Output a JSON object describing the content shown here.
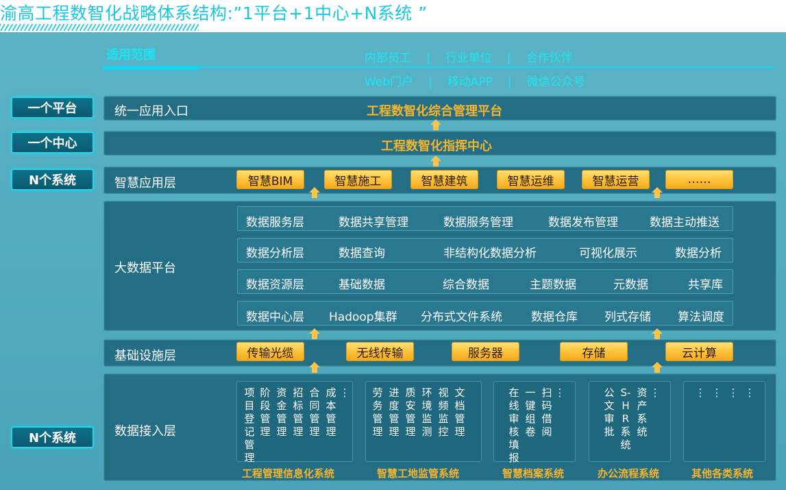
{
  "title": "渝高工程数智化战略体系结构:”1平台+1中心+N系统 ”",
  "scope": {
    "label": "适用范围",
    "row1": [
      "内部员工",
      "行业单位",
      "合作伙伴"
    ],
    "row2": [
      "Web门户",
      "移动APP",
      "微信公众号"
    ],
    "separator": "|"
  },
  "badges": {
    "platform": "一个平台",
    "center": "一个中心",
    "systems_top": "N个系统",
    "systems_bottom": "N个系统"
  },
  "layers": {
    "entry": {
      "label": "统一应用入口",
      "title": "工程数智化综合管理平台"
    },
    "command": {
      "title": "工程数智化指挥中心"
    },
    "smart_apps": {
      "label": "智慧应用层",
      "items": [
        "智慧BIM",
        "智慧施工",
        "智慧建筑",
        "智慧运维",
        "智慧运营",
        "……"
      ]
    },
    "big_data": {
      "label": "大数据平台",
      "rows": [
        [
          "数据服务层",
          "数据共享管理",
          "数据服务管理",
          "数据发布管理",
          "数据主动推送"
        ],
        [
          "数据分析层",
          "数据查询",
          "非结构化数据分析",
          "可视化展示",
          "数据分析"
        ],
        [
          "数据资源层",
          "基础数据",
          "综合数据",
          "主题数据",
          "元数据",
          "共享库"
        ],
        [
          "数据中心层",
          "Hadoop集群",
          "分布式文件系统",
          "数据仓库",
          "列式存储",
          "算法调度"
        ]
      ]
    },
    "infrastructure": {
      "label": "基础设施层",
      "items": [
        "传输光缆",
        "无线传输",
        "服务器",
        "存储",
        "云计算"
      ]
    },
    "data_access": {
      "label": "数据接入层",
      "groups": [
        {
          "caption": "工程管理信息化系统",
          "columns": [
            "项目登记管理",
            "阶段管理",
            "资金管理",
            "招标管理",
            "合同管理",
            "成本管理",
            "⋮"
          ]
        },
        {
          "caption": "智慧工地监管系统",
          "columns": [
            "劳务管理",
            "进度管理",
            "质安管理",
            "环境监测",
            "视频监控",
            "文档管理"
          ]
        },
        {
          "caption": "智慧档案系统",
          "columns": [
            "在线审核填报",
            "一键组卷",
            "扫码借阅",
            "⋮"
          ]
        },
        {
          "caption": "办公流程系统",
          "columns": [
            "公文审批",
            "S-HR系统",
            "资产系统",
            "⋮"
          ]
        },
        {
          "caption": "其他各类系统",
          "columns": [
            "⋮",
            "⋮",
            "⋮",
            "⋮"
          ]
        }
      ]
    }
  }
}
